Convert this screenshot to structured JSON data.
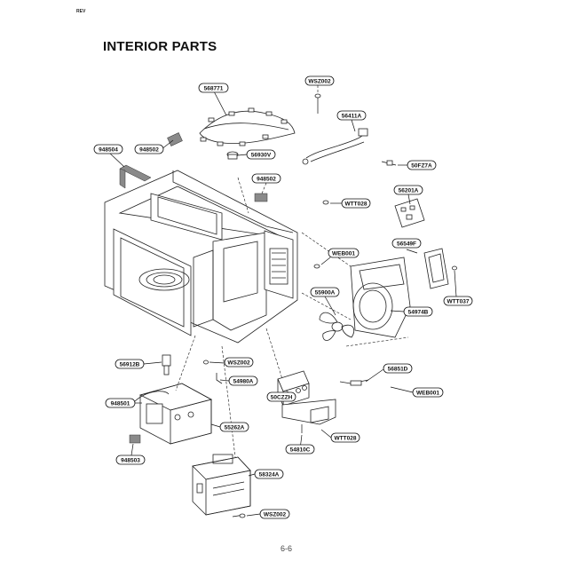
{
  "header": {
    "rev": "REV",
    "title": "INTERIOR PARTS"
  },
  "footer": {
    "page": "6-6"
  },
  "parts": [
    {
      "id": "p-568771",
      "code": "568771"
    },
    {
      "id": "p-wsz002-top",
      "code": "WSZ002"
    },
    {
      "id": "p-56411a",
      "code": "56411A"
    },
    {
      "id": "p-948504",
      "code": "948504"
    },
    {
      "id": "p-948502-a",
      "code": "948502"
    },
    {
      "id": "p-56930v",
      "code": "56930V"
    },
    {
      "id": "p-50fz7a",
      "code": "50FZ7A"
    },
    {
      "id": "p-948502-b",
      "code": "948502"
    },
    {
      "id": "p-wtt028-a",
      "code": "WTT028"
    },
    {
      "id": "p-56201a",
      "code": "56201A"
    },
    {
      "id": "p-56549f",
      "code": "56549F"
    },
    {
      "id": "p-web001-a",
      "code": "WEB001"
    },
    {
      "id": "p-wtt037",
      "code": "WTT037"
    },
    {
      "id": "p-55900a",
      "code": "55900A"
    },
    {
      "id": "p-54974b",
      "code": "54974B"
    },
    {
      "id": "p-56912b",
      "code": "56912B"
    },
    {
      "id": "p-wsz002-mid",
      "code": "WSZ002"
    },
    {
      "id": "p-54980a",
      "code": "54980A"
    },
    {
      "id": "p-56851d",
      "code": "56851D"
    },
    {
      "id": "p-web001-b",
      "code": "WEB001"
    },
    {
      "id": "p-948501",
      "code": "948501"
    },
    {
      "id": "p-50czzh",
      "code": "50CZZH"
    },
    {
      "id": "p-55262a",
      "code": "55262A"
    },
    {
      "id": "p-wtt028-b",
      "code": "WTT028"
    },
    {
      "id": "p-948503",
      "code": "948503"
    },
    {
      "id": "p-54810c",
      "code": "54810C"
    },
    {
      "id": "p-58324a",
      "code": "58324A"
    },
    {
      "id": "p-wsz002-bot",
      "code": "WSZ002"
    }
  ]
}
